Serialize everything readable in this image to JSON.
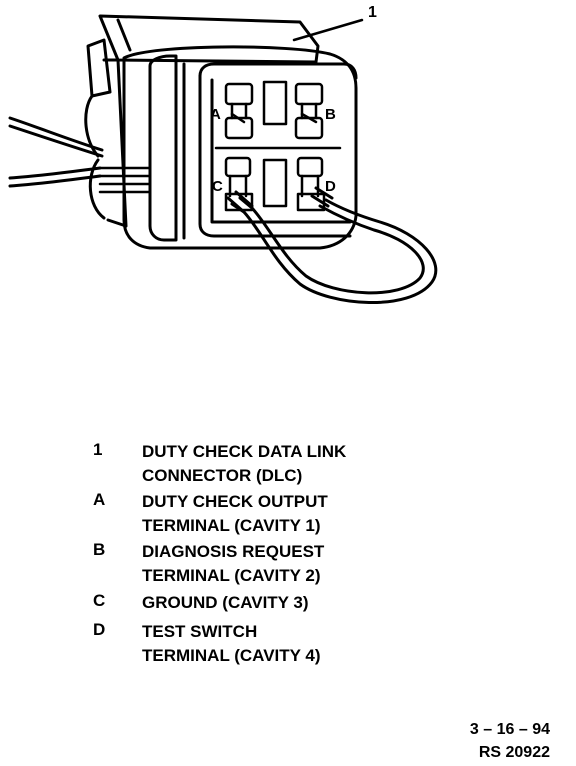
{
  "callout": "1",
  "terminals": {
    "a": "A",
    "b": "B",
    "c": "C",
    "d": "D"
  },
  "legend": [
    {
      "key": "1",
      "text": "DUTY CHECK DATA LINK\nCONNECTOR (DLC)"
    },
    {
      "key": "A",
      "text": "DUTY CHECK OUTPUT\nTERMINAL (CAVITY 1)"
    },
    {
      "key": "B",
      "text": "DIAGNOSIS REQUEST\nTERMINAL (CAVITY 2)"
    },
    {
      "key": "C",
      "text": "GROUND (CAVITY 3)"
    },
    {
      "key": "D",
      "text": "TEST SWITCH\nTERMINAL (CAVITY 4)"
    }
  ],
  "reference": {
    "date": "3 – 16 – 94",
    "code": "RS 20922"
  }
}
